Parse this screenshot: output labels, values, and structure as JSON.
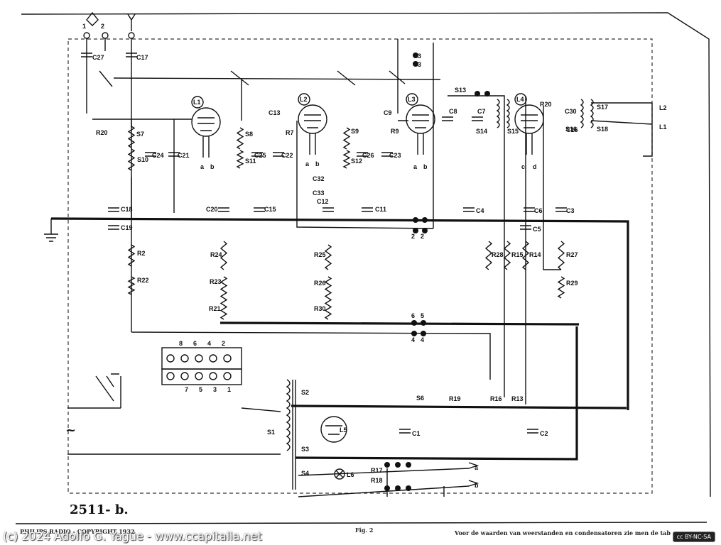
{
  "drawing_number": "2511- b.",
  "figure_caption": "Fig. 2",
  "copyright_print": "PHILIPS RADIO - COPYRIGHT 1932",
  "footnote": "Voor de waarden van weerstanden en condensatoren zie men de tab",
  "credit": "(c) 2024 Adolfo G. Yagüe - www.ccapitalia.net",
  "license": "cc BY-NC-SA",
  "terminals": [
    "1",
    "2",
    "3",
    "3",
    "2",
    "2",
    "4",
    "4",
    "6",
    "5",
    "L2",
    "L1",
    "a",
    "b",
    "~"
  ],
  "tubes": [
    "L1",
    "L2",
    "L3",
    "L4",
    "L5",
    "L6"
  ],
  "pin_numbers": [
    "8",
    "6",
    "4",
    "2",
    "7",
    "5",
    "3",
    "1"
  ],
  "components": {
    "capacitors": [
      "C27",
      "C17",
      "C24",
      "C21",
      "C25",
      "C22",
      "C26",
      "C23",
      "C1",
      "C2",
      "C3",
      "C4",
      "C5",
      "C6",
      "C7",
      "C8",
      "C9",
      "C11",
      "C12",
      "C13",
      "C15",
      "C16",
      "C18",
      "C19",
      "C20",
      "C30",
      "C32",
      "C33"
    ],
    "resistors": [
      "R2",
      "R7",
      "R9",
      "R13",
      "R14",
      "R15",
      "R16",
      "R17",
      "R18",
      "R19",
      "R20",
      "R21",
      "R22",
      "R23",
      "R24",
      "R25",
      "R26",
      "R27",
      "R28",
      "R29",
      "R30"
    ],
    "coils": [
      "S1",
      "S2",
      "S3",
      "S4",
      "S7",
      "S8",
      "S9",
      "S10",
      "S11",
      "S12",
      "S13",
      "S14",
      "S15",
      "S16",
      "S17",
      "S18"
    ]
  },
  "tube_pin_letters": [
    "a",
    "b",
    "a",
    "b",
    "a",
    "b",
    "c",
    "d"
  ]
}
